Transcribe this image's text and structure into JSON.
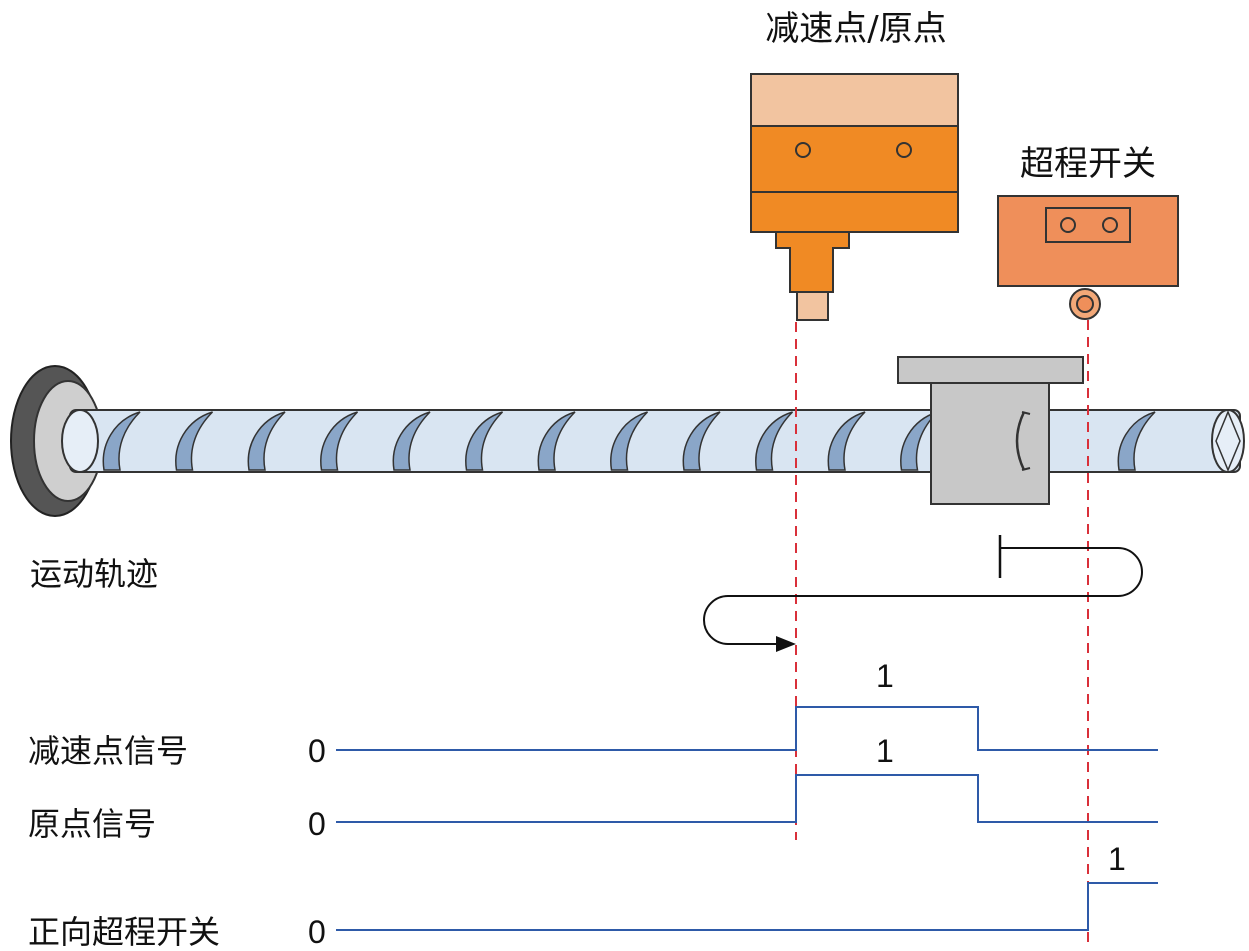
{
  "labels": {
    "decel_origin_switch": "减速点/原点",
    "overtravel_switch": "超程开关",
    "motion_path": "运动轨迹",
    "decel_signal": "减速点信号",
    "origin_signal": "原点信号",
    "forward_overtravel": "正向超程开关"
  },
  "signals": [
    {
      "key": "decel_signal",
      "low": "0",
      "high": "1"
    },
    {
      "key": "origin_signal",
      "low": "0",
      "high": "1"
    },
    {
      "key": "forward_overtravel",
      "low": "0",
      "high": "1"
    }
  ],
  "colors": {
    "signal_line": "#2e5aa8",
    "guide_dash": "#d9303a",
    "switch_top": "#f2c4a0",
    "switch_body": "#f08a24",
    "overtravel_body": "#ef8f5a",
    "screw_light": "#d9e5f2",
    "screw_groove": "#8aa6c8",
    "nut": "#c8c8c8"
  }
}
